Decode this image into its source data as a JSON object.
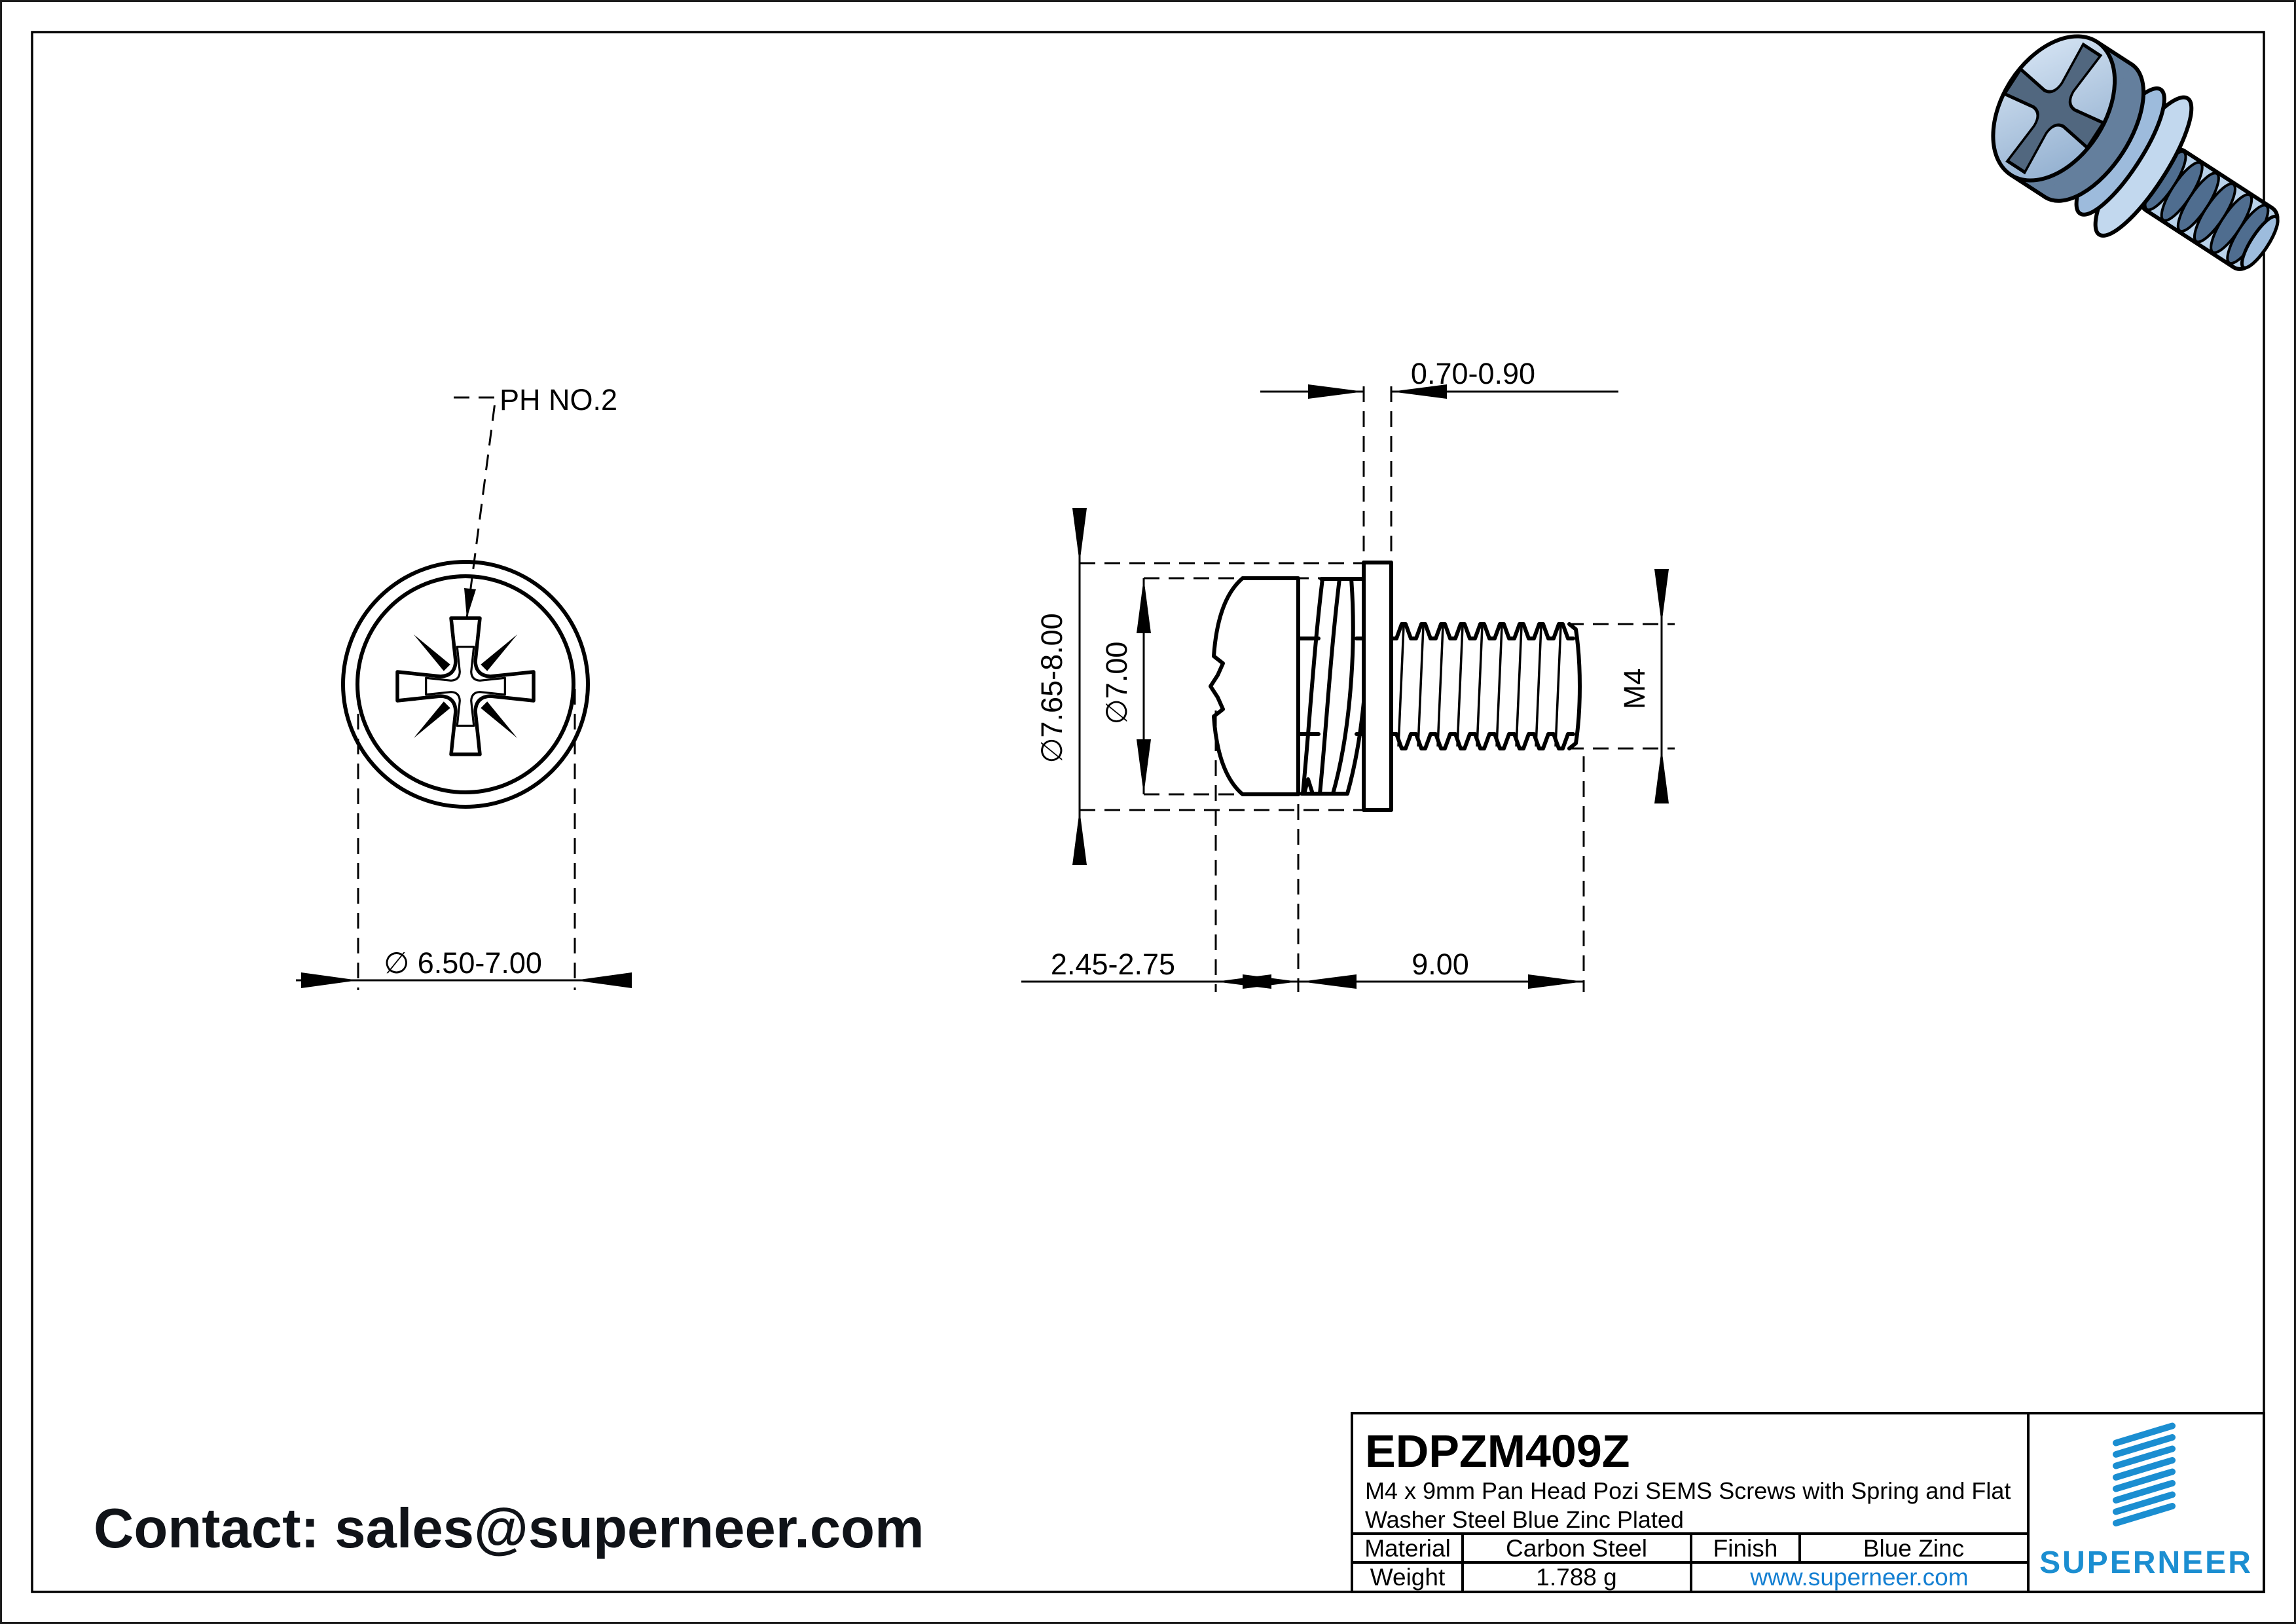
{
  "sheet": {
    "contact": "Contact: sales@superneer.com"
  },
  "front_view": {
    "drive_callout": "PH NO.2",
    "head_diameter": "∅ 6.50-7.00"
  },
  "side_view": {
    "washer_thickness": "0.70-0.90",
    "washer_od": "∅7.65-8.00",
    "head_od": "∅7.00",
    "thread_size": "M4",
    "head_height": "2.45-2.75",
    "thread_length": "9.00"
  },
  "title_block": {
    "part_number": "EDPZM409Z",
    "description_line1": "M4 x 9mm Pan Head Pozi SEMS Screws with Spring and Flat",
    "description_line2": "Washer Steel Blue Zinc Plated",
    "material_label": "Material",
    "material_value": "Carbon Steel",
    "finish_label": "Finish",
    "finish_value": "Blue Zinc",
    "weight_label": "Weight",
    "weight_value": "1.788 g",
    "website": "www.superneer.com",
    "brand_name": "SUPERNEER"
  },
  "colors": {
    "brand_blue": "#1b8ed1",
    "link_blue": "#147fd2",
    "line_black": "#000000",
    "render_light": "#cfe0f2",
    "render_mid": "#9dbbdc",
    "render_dark": "#647f9d"
  }
}
